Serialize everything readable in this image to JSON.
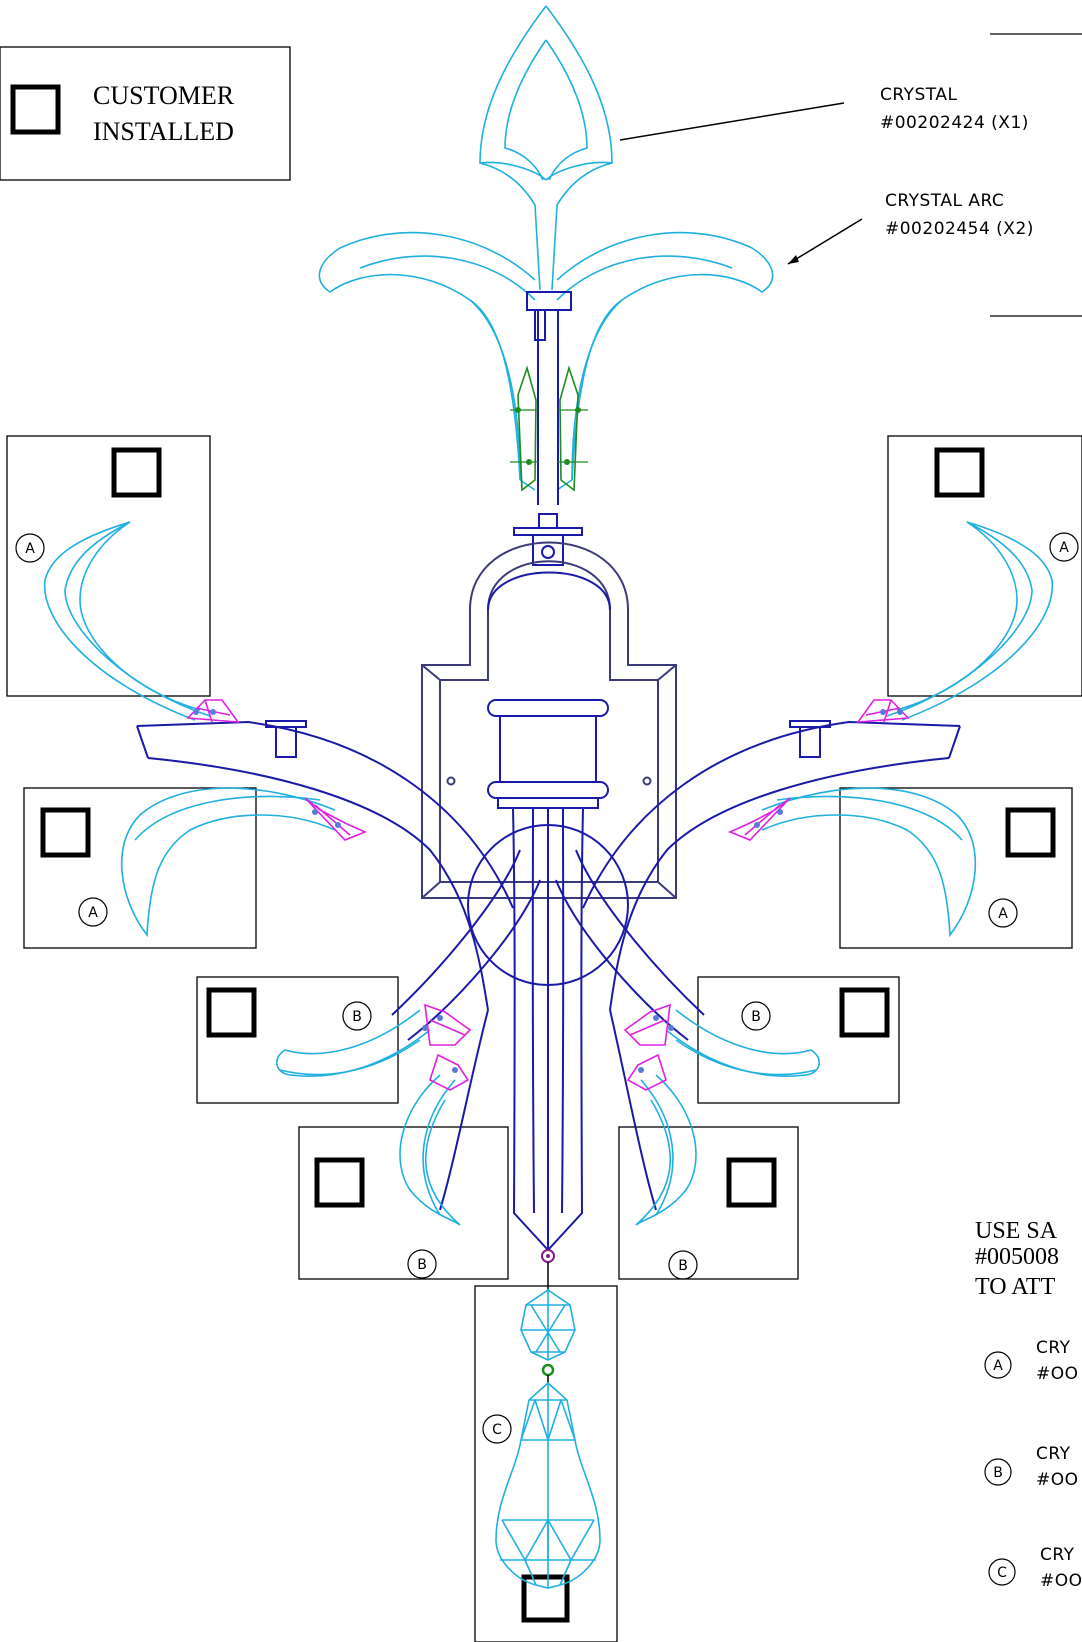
{
  "legend": {
    "line1": "CUSTOMER",
    "line2": "INSTALLED"
  },
  "callouts": {
    "crystal_title": "CRYSTAL",
    "crystal_part": "#00202424 (X1)",
    "arc_title": "CRYSTAL ARC",
    "arc_part": "#00202454 (X2)"
  },
  "note": {
    "line1": "USE SA",
    "line2": "#005008",
    "line3": "TO ATT"
  },
  "key": {
    "a_letter": "A",
    "a_title": "CRY",
    "a_part": "#OO",
    "b_letter": "B",
    "b_title": "CRY",
    "b_part": "#OO",
    "c_letter": "C",
    "c_title": "CRY",
    "c_part": "#OO"
  },
  "markers": {
    "a": "A",
    "b": "B",
    "c": "C"
  },
  "colors": {
    "crystal_outline": "#1fb0e0",
    "frame": "#1a1aa8",
    "backplate": "#3b3b7a",
    "clip": "#e020e0",
    "socket": "#1e8c1e"
  }
}
